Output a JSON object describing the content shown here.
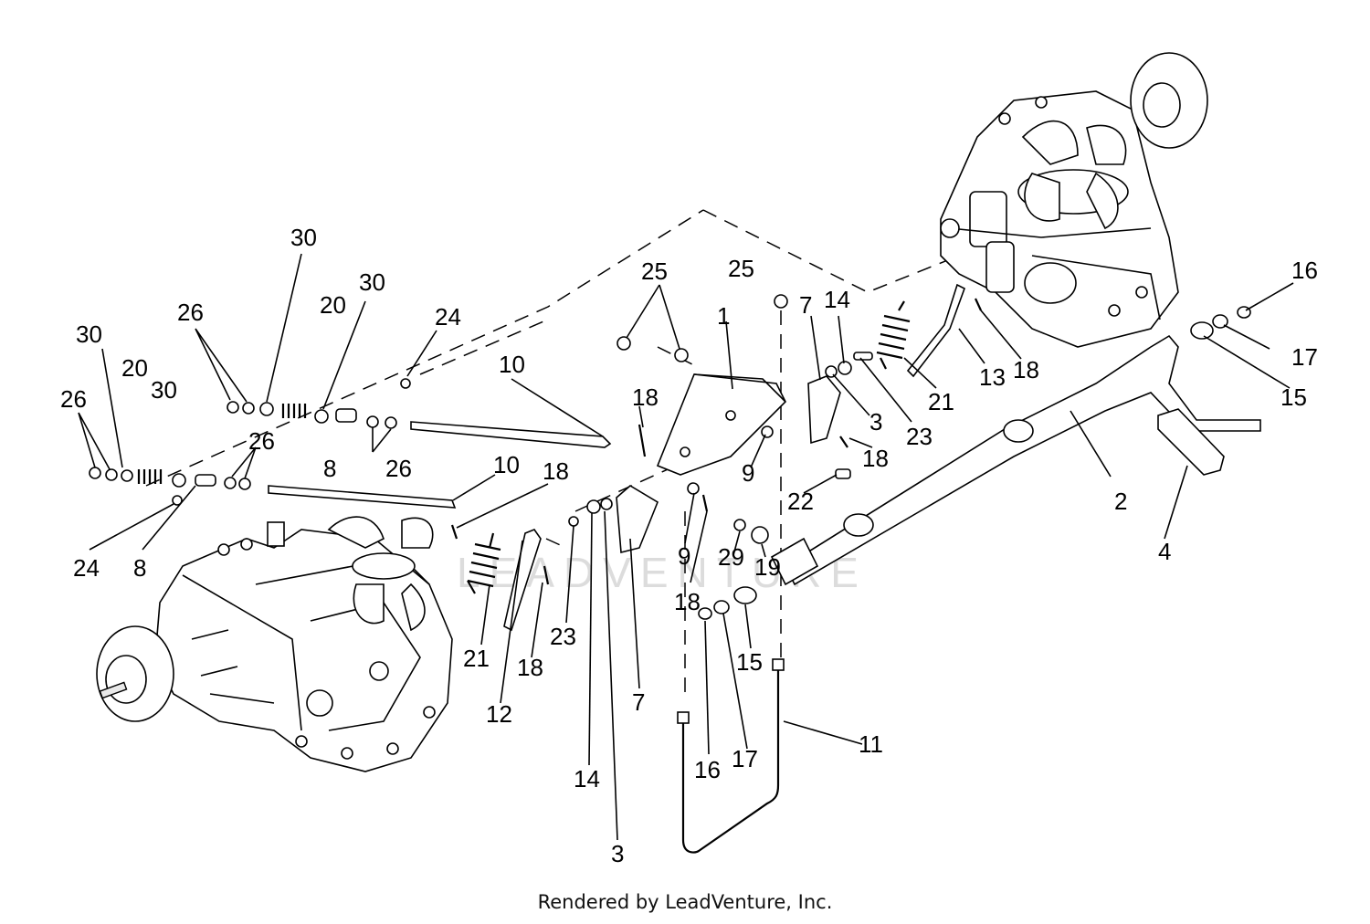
{
  "watermark": "LEADVENTURE",
  "footer": "Rendered by LeadVenture, Inc.",
  "callouts": [
    {
      "id": "c-30a",
      "label": "30"
    },
    {
      "id": "c-26a",
      "label": "26"
    },
    {
      "id": "c-20a",
      "label": "20"
    },
    {
      "id": "c-30b",
      "label": "30"
    },
    {
      "id": "c-24a",
      "label": "24"
    },
    {
      "id": "c-30c",
      "label": "30"
    },
    {
      "id": "c-20b",
      "label": "20"
    },
    {
      "id": "c-30d",
      "label": "30"
    },
    {
      "id": "c-26b",
      "label": "26"
    },
    {
      "id": "c-26c",
      "label": "26"
    },
    {
      "id": "c-8a",
      "label": "8"
    },
    {
      "id": "c-26d",
      "label": "26"
    },
    {
      "id": "c-24b",
      "label": "24"
    },
    {
      "id": "c-8b",
      "label": "8"
    },
    {
      "id": "c-10a",
      "label": "10"
    },
    {
      "id": "c-10b",
      "label": "10"
    },
    {
      "id": "c-18a",
      "label": "18"
    },
    {
      "id": "c-18b",
      "label": "18"
    },
    {
      "id": "c-21a",
      "label": "21"
    },
    {
      "id": "c-12",
      "label": "12"
    },
    {
      "id": "c-18c",
      "label": "18"
    },
    {
      "id": "c-23a",
      "label": "23"
    },
    {
      "id": "c-14a",
      "label": "14"
    },
    {
      "id": "c-3a",
      "label": "3"
    },
    {
      "id": "c-7a",
      "label": "7"
    },
    {
      "id": "c-9a",
      "label": "9"
    },
    {
      "id": "c-18d",
      "label": "18"
    },
    {
      "id": "c-25a",
      "label": "25"
    },
    {
      "id": "c-25b",
      "label": "25"
    },
    {
      "id": "c-1",
      "label": "1"
    },
    {
      "id": "c-9b",
      "label": "9"
    },
    {
      "id": "c-7b",
      "label": "7"
    },
    {
      "id": "c-14b",
      "label": "14"
    },
    {
      "id": "c-3b",
      "label": "3"
    },
    {
      "id": "c-18e",
      "label": "18"
    },
    {
      "id": "c-23b",
      "label": "23"
    },
    {
      "id": "c-22",
      "label": "22"
    },
    {
      "id": "c-21b",
      "label": "21"
    },
    {
      "id": "c-13",
      "label": "13"
    },
    {
      "id": "c-18f",
      "label": "18"
    },
    {
      "id": "c-29",
      "label": "29"
    },
    {
      "id": "c-19",
      "label": "19"
    },
    {
      "id": "c-16a",
      "label": "16"
    },
    {
      "id": "c-17a",
      "label": "17"
    },
    {
      "id": "c-15a",
      "label": "15"
    },
    {
      "id": "c-16b",
      "label": "16"
    },
    {
      "id": "c-17b",
      "label": "17"
    },
    {
      "id": "c-15b",
      "label": "15"
    },
    {
      "id": "c-11",
      "label": "11"
    },
    {
      "id": "c-2",
      "label": "2"
    },
    {
      "id": "c-4",
      "label": "4"
    }
  ]
}
